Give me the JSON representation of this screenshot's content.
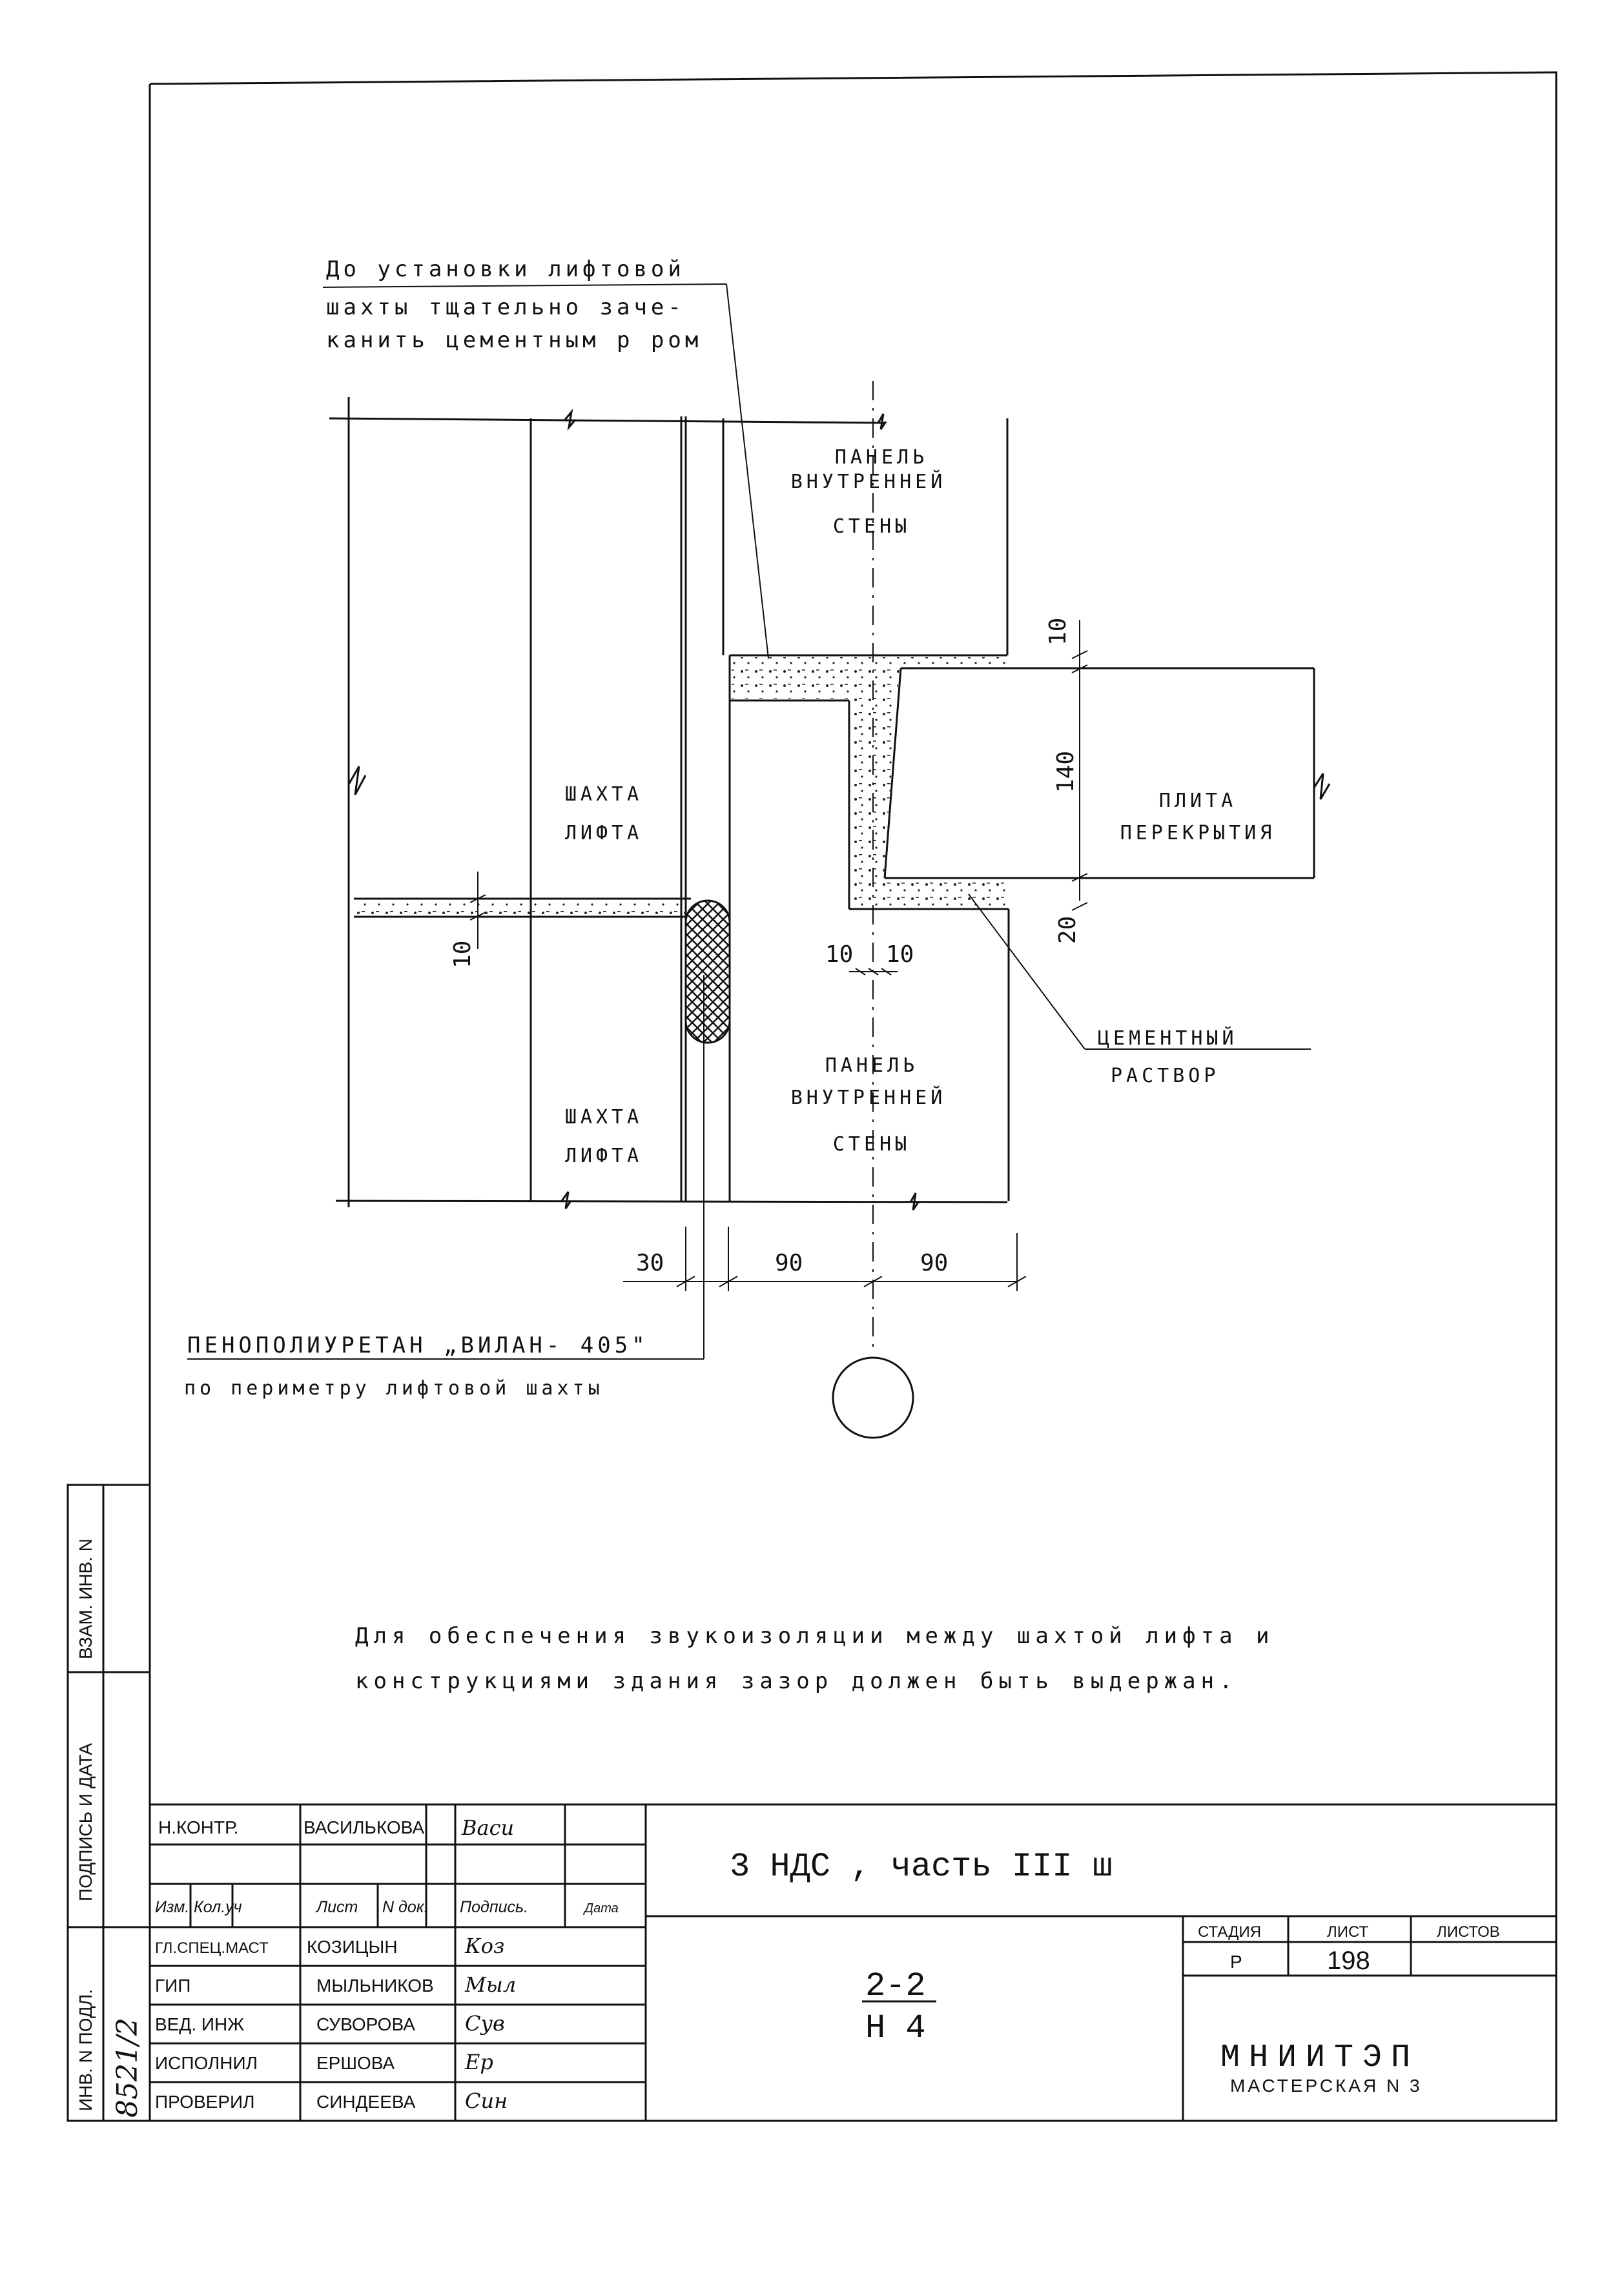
{
  "drawing": {
    "callout_top": [
      "До установки лифтовой",
      "шахты тщательно заче-",
      "канить цементным р ром"
    ],
    "panel_top": [
      "ПАНЕЛЬ",
      "ВНУТРЕННЕЙ",
      "СТЕНЫ"
    ],
    "shaft_top": [
      "ШАХТА",
      "ЛИФТА"
    ],
    "shaft_bottom": [
      "ШАХТА",
      "ЛИФТА"
    ],
    "slab": [
      "ПЛИТА",
      "ПЕРЕКРЫТИЯ"
    ],
    "panel_bottom": [
      "ПАНЕЛЬ",
      "ВНУТРЕННЕЙ",
      "СТЕНЫ"
    ],
    "cement": [
      "ЦЕМЕНТНЫЙ",
      "РАСТВОР"
    ],
    "dimensions": {
      "d10_top": "10",
      "d140": "140",
      "d20": "20",
      "d10_left": "10",
      "d10_a": "10",
      "d10_b": "10",
      "d30": "30",
      "d90_a": "90",
      "d90_b": "90"
    },
    "foam": [
      "ПЕНОПОЛИУРЕТАН „ВИЛАН- 405\"",
      "по периметру лифтовой шахты"
    ],
    "note": [
      "Для обеспечения звукоизоляции между шахтой лифта и",
      "конструкциями здания зазор должен быть выдержан."
    ]
  },
  "side_stamp": {
    "inv_podl": "ИНВ. N ПОДЛ.",
    "inv_number": "8521/2",
    "podpis_data": "ПОДПИСЬ И ДАТА",
    "vzam_inv": "ВЗАМ. ИНВ. N"
  },
  "title_block": {
    "nkontr_role": "Н.КОНТР.",
    "nkontr_name": "ВАСИЛЬКОВА",
    "nkontr_sign": "Васи",
    "hdr_izm": "Изм.",
    "hdr_koluch": "Кол.уч",
    "hdr_list": "Лист",
    "hdr_ndok": "N док.",
    "hdr_podpis": "Подпись.",
    "hdr_data": "Дата",
    "rows": [
      {
        "role": "ГЛ.СПЕЦ.МАСТ",
        "name": "КОЗИЦЫН",
        "sign": "Коз"
      },
      {
        "role": "ГИП",
        "name": "МЫЛЬНИКОВ",
        "sign": "Мыл"
      },
      {
        "role": "ВЕД. ИНЖ",
        "name": "СУВОРОВА",
        "sign": "Сув"
      },
      {
        "role": "ИСПОЛНИЛ",
        "name": "ЕРШОВА",
        "sign": "Ер"
      },
      {
        "role": "ПРОВЕРИЛ",
        "name": "СИНДЕЕВА",
        "sign": "Син"
      }
    ],
    "project": "3 НДС , часть III ш",
    "sheet_code_top": "2-2",
    "sheet_code_bottom": "Н 4",
    "stadia_label": "СТАДИЯ",
    "list_label": "ЛИСТ",
    "listov_label": "ЛИСТОВ",
    "stadia": "Р",
    "list": "198",
    "listov": "",
    "org": "МНИИТЭП",
    "org_sub": "МАСТЕРСКАЯ N 3"
  }
}
